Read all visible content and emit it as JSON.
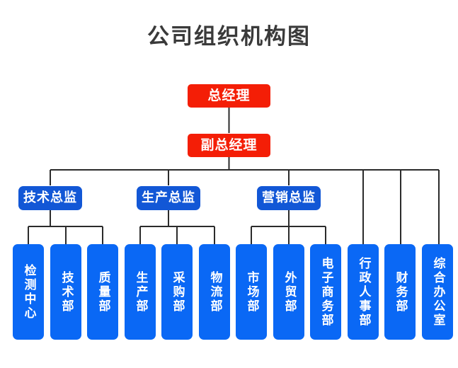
{
  "title": "公司组织机构图",
  "colors": {
    "background": "#ffffff",
    "title_text": "#3a3a3a",
    "executive_box": "#f41e06",
    "director_box": "#1257d6",
    "department_box": "#0a68f5",
    "box_text": "#ffffff",
    "connector_line": "#2b2b2b"
  },
  "executives": [
    {
      "id": "general-manager",
      "label": "总经理"
    },
    {
      "id": "deputy-general-manager",
      "label": "副总经理"
    }
  ],
  "directors": [
    {
      "id": "technical-director",
      "label": "技术总监"
    },
    {
      "id": "production-director",
      "label": "生产总监"
    },
    {
      "id": "marketing-director",
      "label": "营销总监"
    }
  ],
  "departments": [
    {
      "id": "testing-center",
      "label": "检测中心",
      "parent": "technical-director"
    },
    {
      "id": "technology-department",
      "label": "技术部",
      "parent": "technical-director"
    },
    {
      "id": "quality-department",
      "label": "质量部",
      "parent": "technical-director"
    },
    {
      "id": "production-department",
      "label": "生产部",
      "parent": "production-director"
    },
    {
      "id": "procurement-department",
      "label": "采购部",
      "parent": "production-director"
    },
    {
      "id": "logistics-department",
      "label": "物流部",
      "parent": "production-director"
    },
    {
      "id": "market-department",
      "label": "市场部",
      "parent": "marketing-director"
    },
    {
      "id": "foreign-trade-department",
      "label": "外贸部",
      "parent": "marketing-director"
    },
    {
      "id": "ecommerce-department",
      "label": "电子商务部",
      "parent": "marketing-director"
    },
    {
      "id": "admin-hr-department",
      "label": "行政人事部",
      "parent": "deputy-general-manager"
    },
    {
      "id": "finance-department",
      "label": "财务部",
      "parent": "deputy-general-manager"
    },
    {
      "id": "general-office",
      "label": "综合办公室",
      "parent": "deputy-general-manager"
    }
  ]
}
